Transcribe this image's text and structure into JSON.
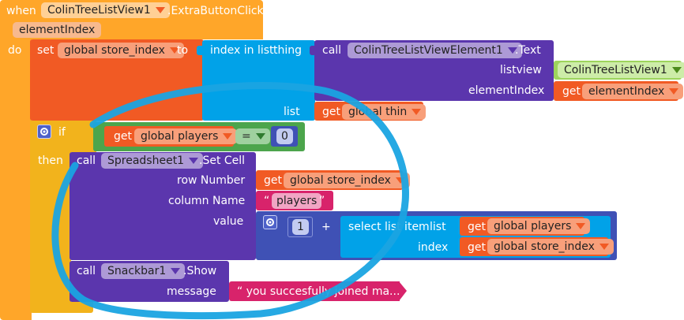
{
  "event": {
    "when": "when",
    "component": "ColinTreeListView1",
    "event_name": ".ExtraButtonClick",
    "param": "elementIndex",
    "do": "do"
  },
  "set_block": {
    "set": "set",
    "var": "global store_index",
    "to": "to"
  },
  "index_in_list": {
    "label": "index in list",
    "thing": "thing",
    "list": "list"
  },
  "call_text": {
    "call": "call",
    "component": "ColinTreeListViewElement1",
    "method": ".Text",
    "listview": "listview",
    "listview_value": "ColinTreeListView1",
    "element_index": "elementIndex",
    "get": "get",
    "element_index_value": "elementIndex"
  },
  "get_list": {
    "get": "get",
    "var": "global thin"
  },
  "if_block": {
    "if": "if",
    "then": "then"
  },
  "compare": {
    "get": "get",
    "var": "global players",
    "op": "=",
    "number": "0"
  },
  "set_cell": {
    "call": "call",
    "component": "Spreadsheet1",
    "method": ".Set Cell",
    "row_label": "row Number",
    "col_label": "column Name",
    "value_label": "value"
  },
  "row_get": {
    "get": "get",
    "var": "global store_index"
  },
  "col_text": {
    "q1": "“",
    "text": "players",
    "q2": "”"
  },
  "plus": {
    "number": "1",
    "op": "+"
  },
  "select_item": {
    "label": "select list item",
    "list": "list",
    "index": "index"
  },
  "select_list_get": {
    "get": "get",
    "var": "global players"
  },
  "select_index_get": {
    "get": "get",
    "var": "global store_index"
  },
  "snackbar": {
    "call": "call",
    "component": "Snackbar1",
    "method": ".Show",
    "message_label": "message"
  },
  "message_text": {
    "text": "“ you succesfully joined ma..."
  },
  "colors": {
    "event": "#ffa629",
    "variable": "#f15a24",
    "list": "#01a2e8",
    "component": "#5b36ad",
    "control": "#f2b31c",
    "math": "#3f51b5",
    "logic": "#4ca54c",
    "text": "#d8236b",
    "component_pill": "#b0e26e",
    "stroke": "#1aa4e2"
  }
}
